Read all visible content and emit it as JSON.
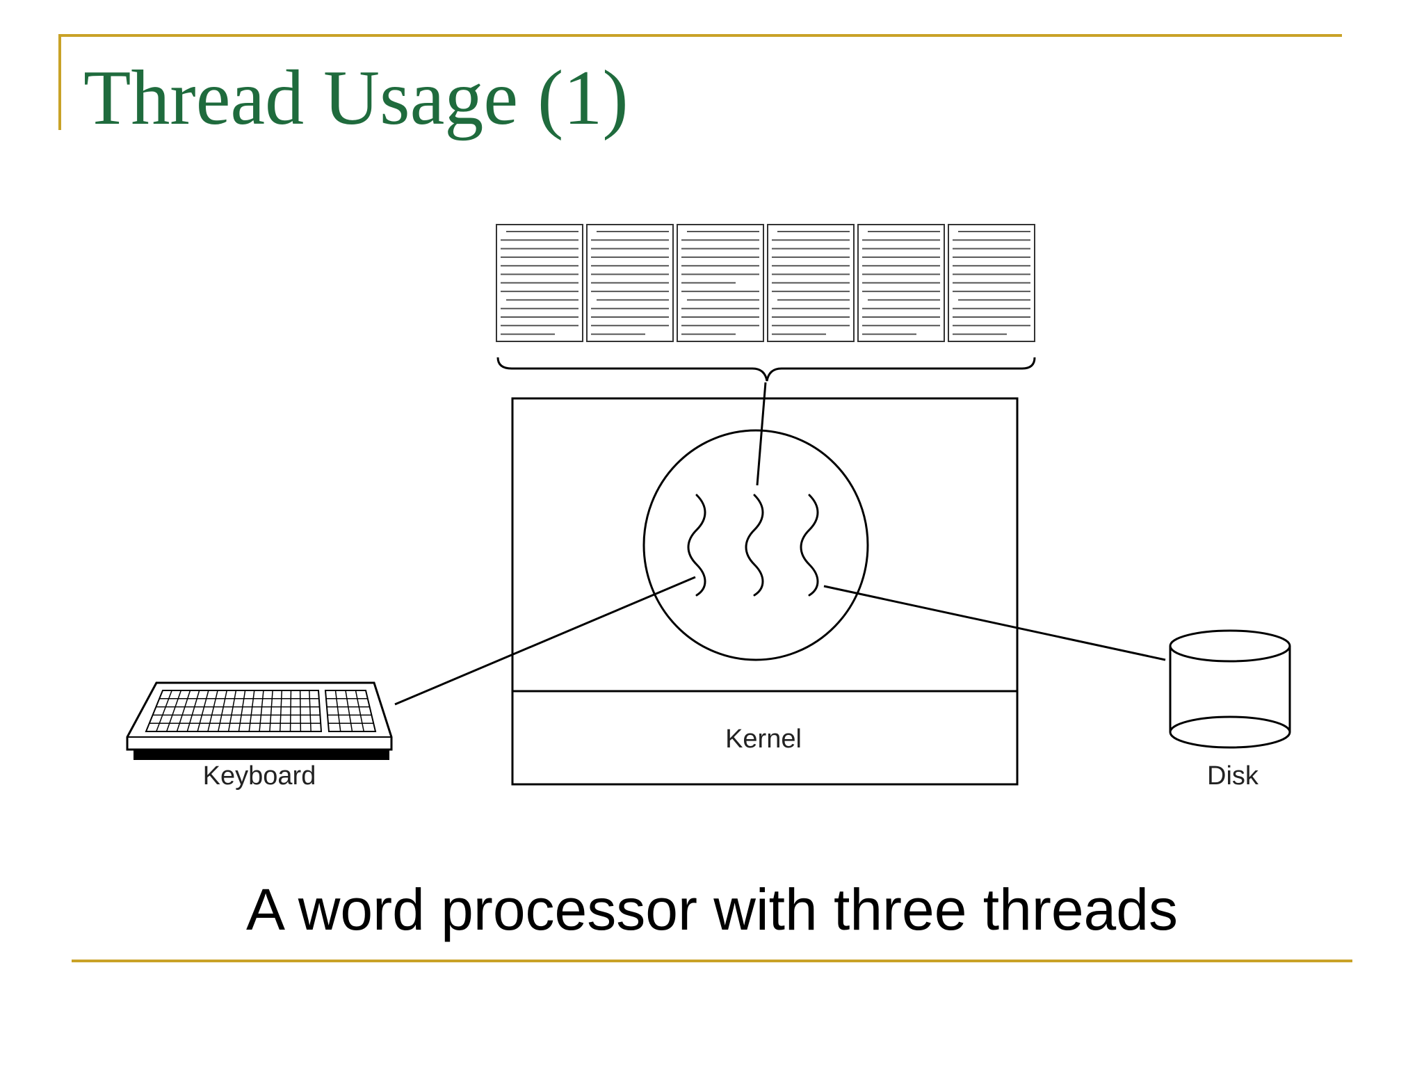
{
  "slide": {
    "title": "Thread Usage (1)",
    "caption": "A word processor with three threads",
    "accent_color": "#c9a227",
    "title_color": "#1f6b3d"
  },
  "diagram": {
    "kernel_label": "Kernel",
    "keyboard_label": "Keyboard",
    "disk_label": "Disk",
    "document_page_count": 6,
    "thread_count": 3
  }
}
